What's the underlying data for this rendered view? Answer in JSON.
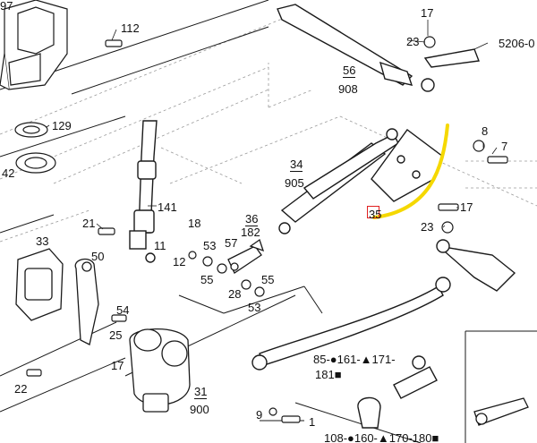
{
  "labels": {
    "p112": "112",
    "p97": "97",
    "p129": "129",
    "p42": "42",
    "p141": "141",
    "p21": "21",
    "p11": "11",
    "p33": "33",
    "p50": "50",
    "p54": "54",
    "p25": "25",
    "p17a": "17",
    "p22": "22",
    "p31": "31",
    "p900": "900",
    "p56": "56",
    "p908": "908",
    "p17b": "17",
    "p23a": "23",
    "p5206": "5206-0",
    "p34": "34",
    "p905": "905",
    "p36": "36",
    "p182": "182",
    "p18": "18",
    "p53a": "53",
    "p57": "57",
    "p12": "12",
    "p55a": "55",
    "p28": "28",
    "p55b": "55",
    "p53b": "53",
    "p35": "35",
    "p8": "8",
    "p7": "7",
    "p17c": "17",
    "p23b": "23",
    "p85": "85-●161-▲171-",
    "p181": "181■",
    "p9": "9",
    "p1": "1",
    "p108": "108-●160-▲170-180■"
  },
  "colors": {
    "line": "#1a1a1a",
    "highlight_curve": "#f5d800",
    "highlight_box": "#e02020",
    "grid": "#9a9a9a"
  }
}
